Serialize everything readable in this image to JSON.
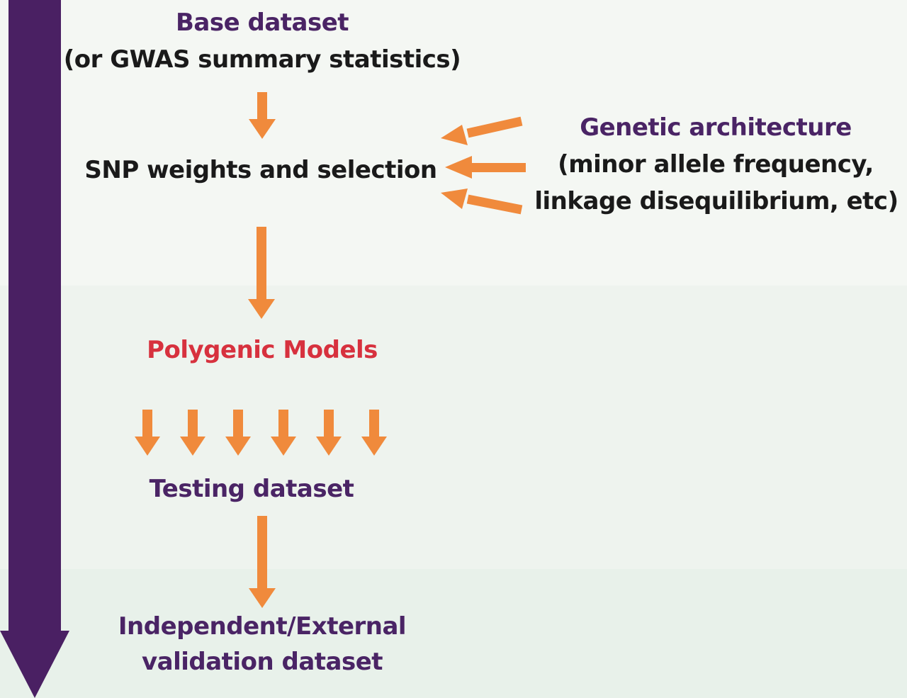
{
  "colors": {
    "timeline": "#4a2063",
    "arrow": "#f08a3c",
    "title_purple": "#4a2465",
    "model_red": "#d7313e",
    "text_black": "#1a1a1a"
  },
  "base": {
    "title": "Base dataset",
    "subtitle": "(or GWAS summary statistics)"
  },
  "snp": {
    "label": "SNP weights and selection"
  },
  "genetic": {
    "title": "Genetic architecture",
    "line1": "(minor allele frequency,",
    "line2": "linkage disequilibrium, etc)"
  },
  "models": {
    "label": "Polygenic Models"
  },
  "testing": {
    "label": "Testing dataset"
  },
  "validation": {
    "line1": "Independent/External",
    "line2": "validation dataset"
  }
}
